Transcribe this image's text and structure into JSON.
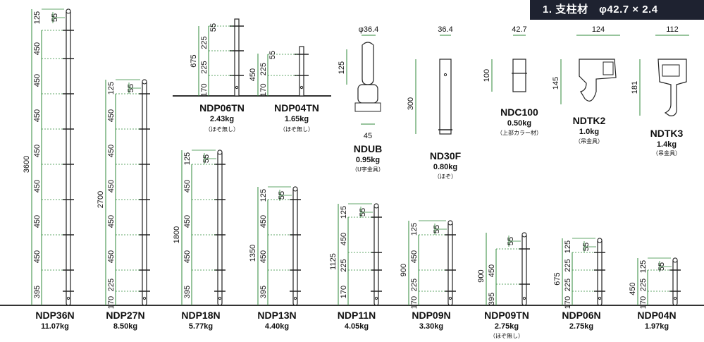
{
  "header": {
    "title": "1. 支柱材　φ42.7 × 2.4",
    "bg_color": "#1e2230",
    "text_color": "#ffffff"
  },
  "colors": {
    "dimension_line": "#2f8a3a",
    "outline": "#222222",
    "ground": "#333333"
  },
  "posts": [
    {
      "id": "NDP36N",
      "name": "NDP36N",
      "weight": "11.07kg",
      "note": "",
      "dims": {
        "total": "3600",
        "top1": "125",
        "top2": "55",
        "segments": [
          "450",
          "450",
          "450",
          "450",
          "450",
          "450",
          "450",
          "395"
        ]
      }
    },
    {
      "id": "NDP27N",
      "name": "NDP27N",
      "weight": "8.50kg",
      "note": "",
      "dims": {
        "total": "2700",
        "top1": "125",
        "top2": "55",
        "segments": [
          "450",
          "450",
          "450",
          "450",
          "450",
          "225",
          "170"
        ]
      }
    },
    {
      "id": "NDP18N",
      "name": "NDP18N",
      "weight": "5.77kg",
      "note": "",
      "dims": {
        "total": "1800",
        "top1": "125",
        "top2": "55",
        "segments": [
          "450",
          "450",
          "450",
          "395"
        ]
      }
    },
    {
      "id": "NDP13N",
      "name": "NDP13N",
      "weight": "4.40kg",
      "note": "",
      "dims": {
        "total": "1350",
        "top1": "125",
        "top2": "55",
        "segments": [
          "450",
          "450",
          "395"
        ]
      }
    },
    {
      "id": "NDP11N",
      "name": "NDP11N",
      "weight": "4.05kg",
      "note": "",
      "dims": {
        "total": "1125",
        "top1": "125",
        "top2": "55",
        "segments": [
          "450",
          "225",
          "170"
        ]
      }
    },
    {
      "id": "NDP09N",
      "name": "NDP09N",
      "weight": "3.30kg",
      "note": "",
      "dims": {
        "total": "900",
        "top1": "125",
        "top2": "55",
        "segments": [
          "450",
          "225",
          "170"
        ]
      }
    },
    {
      "id": "NDP09TN",
      "name": "NDP09TN",
      "weight": "2.75kg",
      "note": "（ほぞ無し）",
      "dims": {
        "total": "900",
        "top1": "",
        "top2": "55",
        "segments": [
          "450",
          "395"
        ]
      }
    },
    {
      "id": "NDP06N",
      "name": "NDP06N",
      "weight": "2.75kg",
      "note": "",
      "dims": {
        "total": "675",
        "top1": "125",
        "top2": "55",
        "segments": [
          "225",
          "225",
          "170"
        ]
      }
    },
    {
      "id": "NDP04N",
      "name": "NDP04N",
      "weight": "1.97kg",
      "note": "",
      "dims": {
        "total": "450",
        "top1": "125",
        "top2": "55",
        "segments": [
          "225",
          "170"
        ]
      }
    }
  ],
  "upper_items": [
    {
      "id": "NDP06TN",
      "name": "NDP06TN",
      "weight": "2.43kg",
      "note": "（ほぞ無し）",
      "dims": {
        "total": "675",
        "top": "55",
        "segments": [
          "225",
          "225",
          "170"
        ]
      }
    },
    {
      "id": "NDP04TN",
      "name": "NDP04TN",
      "weight": "1.65kg",
      "note": "（ほぞ無し）",
      "dims": {
        "total": "450",
        "top": "55",
        "segments": [
          "225",
          "170"
        ]
      }
    },
    {
      "id": "NDUB",
      "name": "NDUB",
      "weight": "0.95kg",
      "note": "（U字金具）",
      "dims": {
        "top": "φ36.4",
        "height": "125",
        "bottom": "45"
      }
    },
    {
      "id": "ND30F",
      "name": "ND30F",
      "weight": "0.80kg",
      "note": "（ほぞ）",
      "dims": {
        "top": "36.4",
        "height": "300"
      }
    },
    {
      "id": "NDC100",
      "name": "NDC100",
      "weight": "0.50kg",
      "note": "（上部カラー材）",
      "dims": {
        "top": "42.7",
        "height": "100"
      }
    },
    {
      "id": "NDTK2",
      "name": "NDTK2",
      "weight": "1.0kg",
      "note": "（吊金具）",
      "dims": {
        "top": "124",
        "height": "145"
      }
    },
    {
      "id": "NDTK3",
      "name": "NDTK3",
      "weight": "1.4kg",
      "note": "（吊金具）",
      "dims": {
        "top": "112",
        "height": "181"
      }
    }
  ]
}
